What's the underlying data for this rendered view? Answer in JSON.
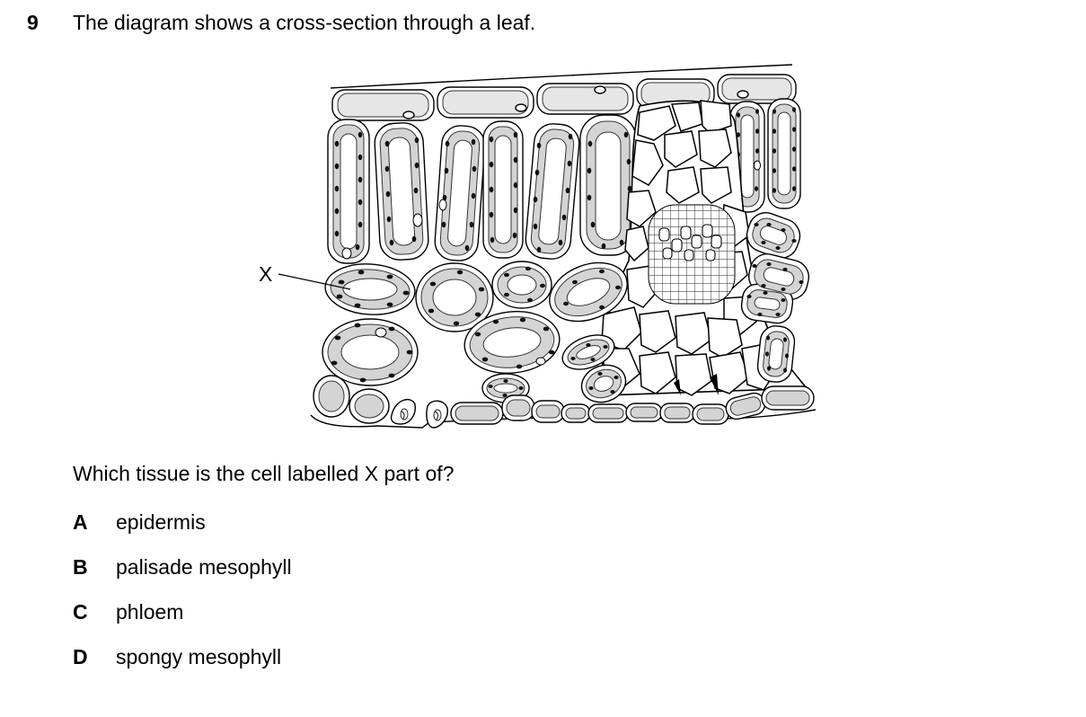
{
  "question": {
    "number": "9",
    "text": "The diagram shows a cross-section through a leaf.",
    "prompt": "Which tissue is the cell labelled X part of?"
  },
  "figure": {
    "label_x": "X"
  },
  "options": [
    {
      "letter": "A",
      "text": "epidermis"
    },
    {
      "letter": "B",
      "text": "palisade mesophyll"
    },
    {
      "letter": "C",
      "text": "phloem"
    },
    {
      "letter": "D",
      "text": "spongy mesophyll"
    }
  ]
}
